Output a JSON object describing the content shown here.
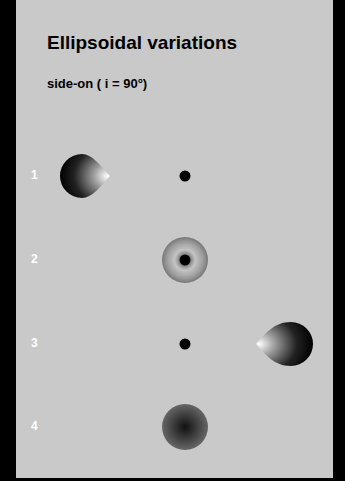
{
  "diagram": {
    "title": "Ellipsoidal variations",
    "labels": [
      "side-on ( i = 90°)",
      "1",
      "2",
      "3",
      "4"
    ]
  }
}
